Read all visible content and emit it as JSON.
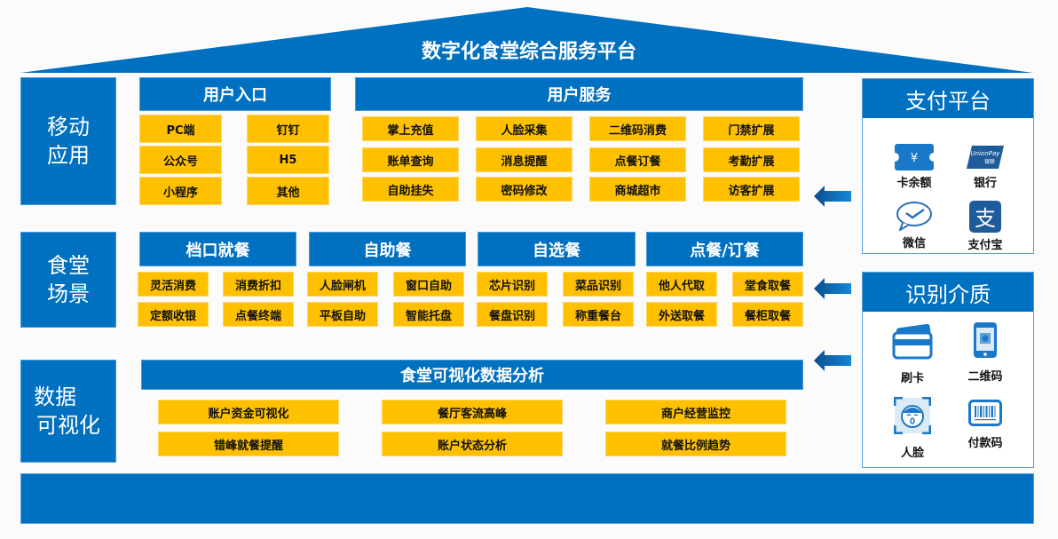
{
  "title": "数字化食堂综合服务平台",
  "colors": {
    "primary": "#0070C0",
    "accent": "#FFC000"
  },
  "rows": {
    "mobile": {
      "label_lines": [
        "移动",
        "应用"
      ],
      "user_entry": {
        "header": "用户入口",
        "items": [
          "PC端",
          "钉钉",
          "公众号",
          "H5",
          "小程序",
          "其他"
        ]
      },
      "user_service": {
        "header": "用户服务",
        "items": [
          "掌上充值",
          "人脸采集",
          "二维码消费",
          "门禁扩展",
          "账单查询",
          "消息提醒",
          "点餐订餐",
          "考勤扩展",
          "自助挂失",
          "密码修改",
          "商城超市",
          "访客扩展"
        ]
      }
    },
    "scene": {
      "label_lines": [
        "食堂",
        "场景"
      ],
      "groups": [
        {
          "header": "档口就餐",
          "items": [
            "灵活消费",
            "消费折扣",
            "定额收银",
            "点餐终端"
          ]
        },
        {
          "header": "自助餐",
          "items": [
            "人脸闸机",
            "窗口自助",
            "平板自助",
            "智能托盘"
          ]
        },
        {
          "header": "自选餐",
          "items": [
            "芯片识别",
            "菜品识别",
            "餐盘识别",
            "称重餐台"
          ]
        },
        {
          "header": "点餐/订餐",
          "items": [
            "他人代取",
            "堂食取餐",
            "外送取餐",
            "餐柜取餐"
          ]
        }
      ]
    },
    "data": {
      "label_lines": [
        "数据",
        "可视化"
      ],
      "header": "食堂可视化数据分析",
      "items": [
        "账户资金可视化",
        "餐厅客流高峰",
        "商户经营监控",
        "错峰就餐提醒",
        "账户状态分析",
        "就餐比例趋势"
      ]
    }
  },
  "payment_platform": {
    "header": "支付平台",
    "items": [
      {
        "label": "卡余额",
        "icon": "card-balance-icon",
        "glyph": "¥"
      },
      {
        "label": "银行",
        "icon": "unionpay-icon",
        "glyph": "UnionPay"
      },
      {
        "label": "微信",
        "icon": "wechat-icon"
      },
      {
        "label": "支付宝",
        "icon": "alipay-icon",
        "glyph": "支"
      }
    ]
  },
  "recognition_media": {
    "header": "识别介质",
    "items": [
      {
        "label": "刷卡",
        "icon": "card-swipe-icon"
      },
      {
        "label": "二维码",
        "icon": "qrcode-phone-icon"
      },
      {
        "label": "人脸",
        "icon": "face-recognition-icon"
      },
      {
        "label": "付款码",
        "icon": "barcode-icon"
      }
    ]
  }
}
